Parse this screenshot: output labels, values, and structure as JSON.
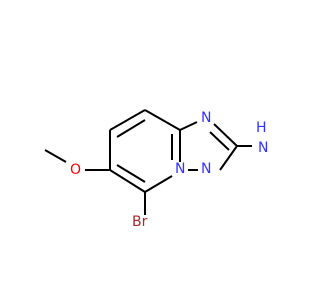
{
  "molecule": {
    "atoms": [
      {
        "id": "N1",
        "symbol": "N",
        "color": "#3333ff"
      },
      {
        "id": "N2",
        "symbol": "N",
        "color": "#3333ff"
      },
      {
        "id": "N3",
        "symbol": "N",
        "color": "#3333ff"
      },
      {
        "id": "NH",
        "symbol": "H",
        "color": "#3333ff"
      },
      {
        "id": "NH2",
        "symbol": "N",
        "color": "#3333ff"
      },
      {
        "id": "O",
        "symbol": "O",
        "color": "#ff0000"
      },
      {
        "id": "Br",
        "symbol": "Br",
        "color": "#a52a2a"
      }
    ],
    "colors": {
      "bond": "#000000",
      "nitrogen": "#3333ff",
      "oxygen": "#ff0000",
      "bromine": "#a52a2a"
    }
  }
}
